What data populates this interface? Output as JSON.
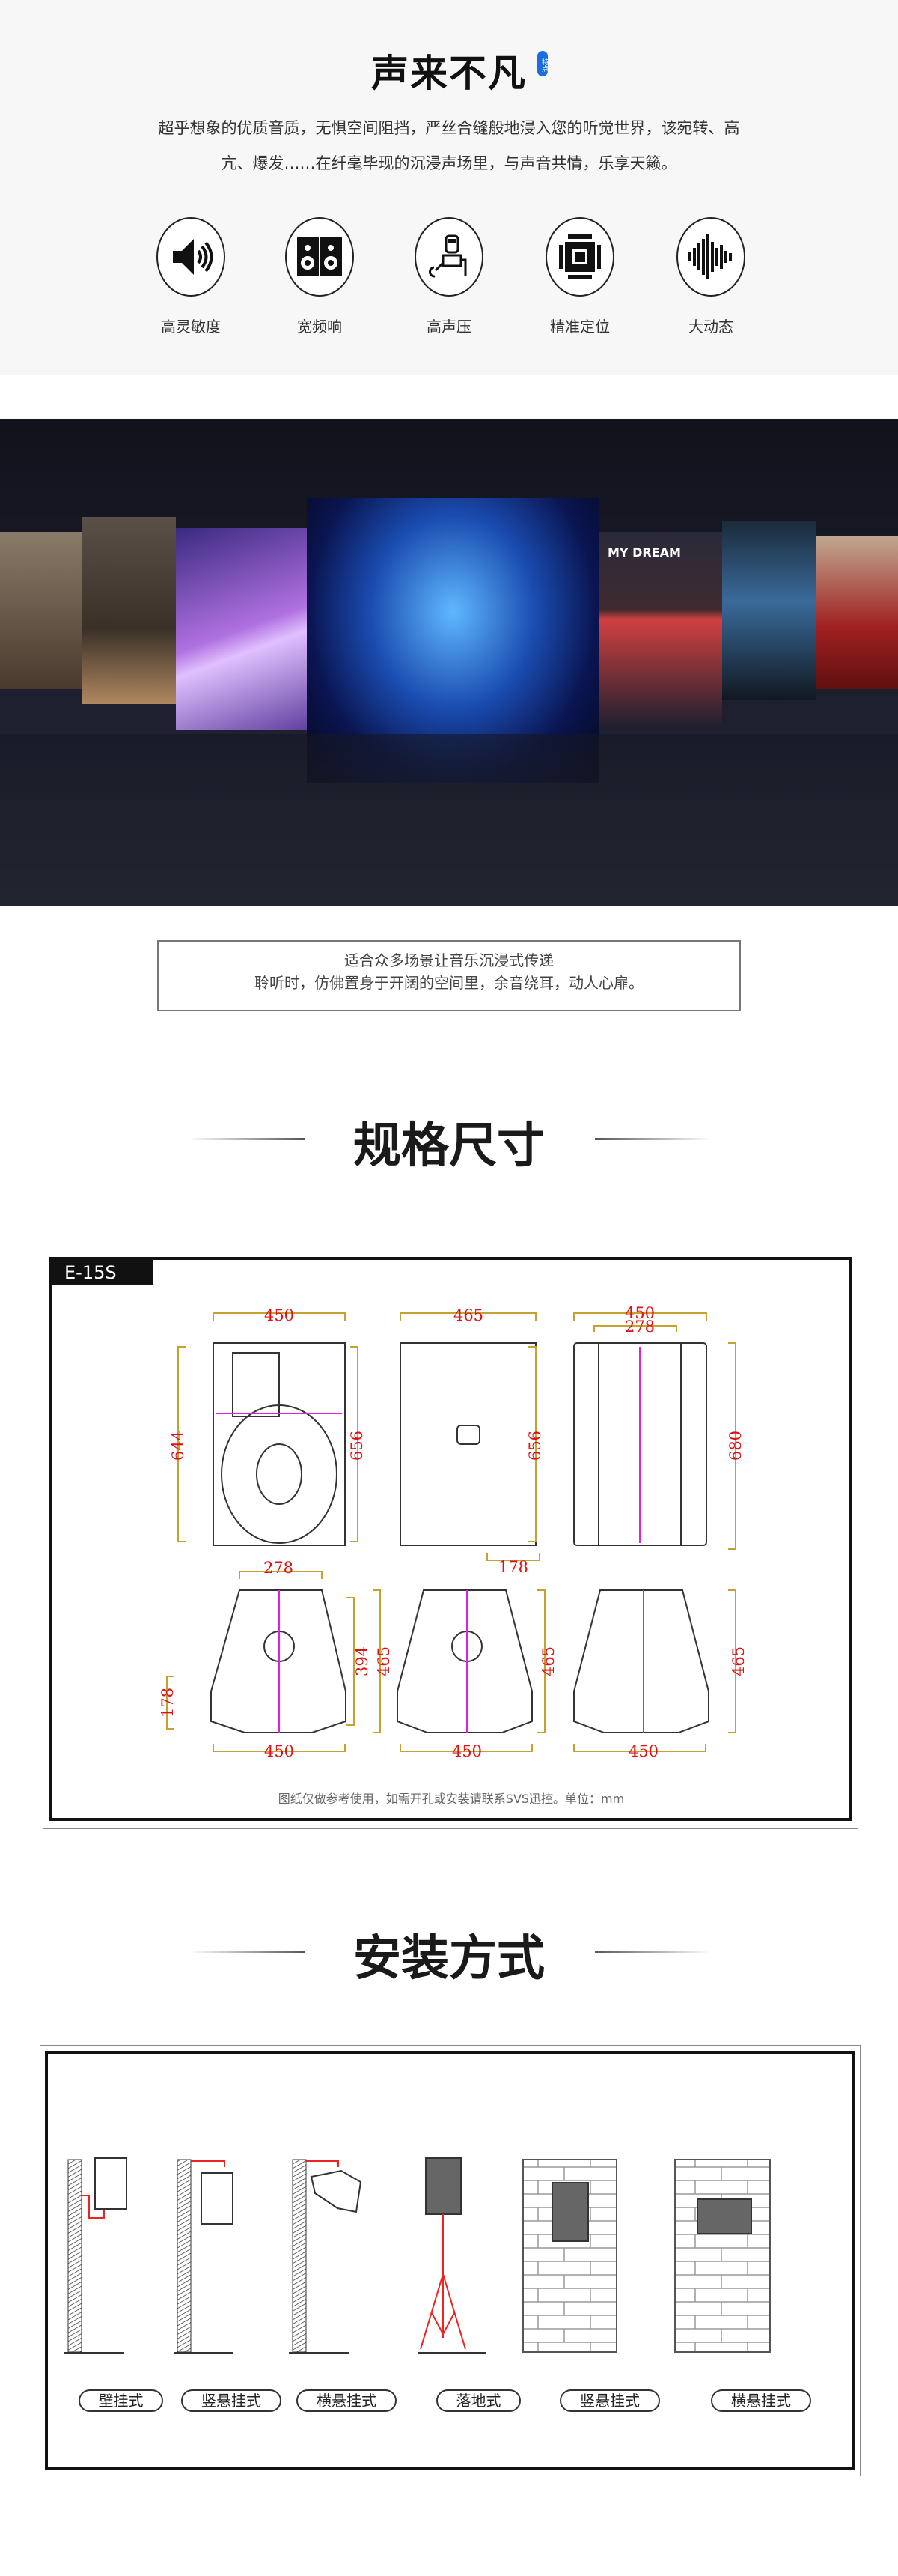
{
  "features": {
    "title": "声来不凡",
    "badge": "特点",
    "description_line1": "超乎想象的优质音质，无惧空间阻挡，严丝合缝般地浸入您的听觉世界，该宛转、高",
    "description_line2": "亢、爆发……在纤毫毕现的沉浸声场里，与声音共情，乐享天籁。",
    "items": [
      {
        "label": "高灵敏度",
        "icon": "speaker-volume-icon"
      },
      {
        "label": "宽频响",
        "icon": "stereo-speakers-icon"
      },
      {
        "label": "高声压",
        "icon": "welder-worker-icon"
      },
      {
        "label": "精准定位",
        "icon": "chip-icon"
      },
      {
        "label": "大动态",
        "icon": "sound-wave-icon"
      }
    ],
    "accent": "#1a6fe0"
  },
  "scenes": {
    "line1": "适合众多场景让音乐沉浸式传递",
    "line2": "聆听时，仿佛置身于开阔的空间里，余音绕耳，动人心扉。",
    "panel_texts": [
      "MY DREAM"
    ]
  },
  "spec": {
    "heading": "规格尺寸",
    "model": "E-15S",
    "dims": {
      "front_w": "450",
      "front_h": "644",
      "front_h2": "656",
      "side_w": "465",
      "side_h": "656",
      "side_d": "178",
      "rear_w": "450",
      "rear_w2": "278",
      "rear_h": "680",
      "b1_top": "278",
      "b1_left": "178",
      "b1_h1": "394",
      "b1_h2": "465",
      "b1_w": "450",
      "b2_h": "465",
      "b2_w": "450",
      "b3_h": "465",
      "b3_w": "450"
    },
    "note": "图纸仅做参考使用，如需开孔或安装请联系SVS迅控。单位：mm",
    "dim_color": "#e01010",
    "line_color": "#c8a030"
  },
  "install": {
    "heading": "安装方式",
    "methods": [
      "壁挂式",
      "竖悬挂式",
      "横悬挂式",
      "落地式",
      "竖悬挂式",
      "横悬挂式"
    ],
    "bracket_color": "#ee2222"
  }
}
